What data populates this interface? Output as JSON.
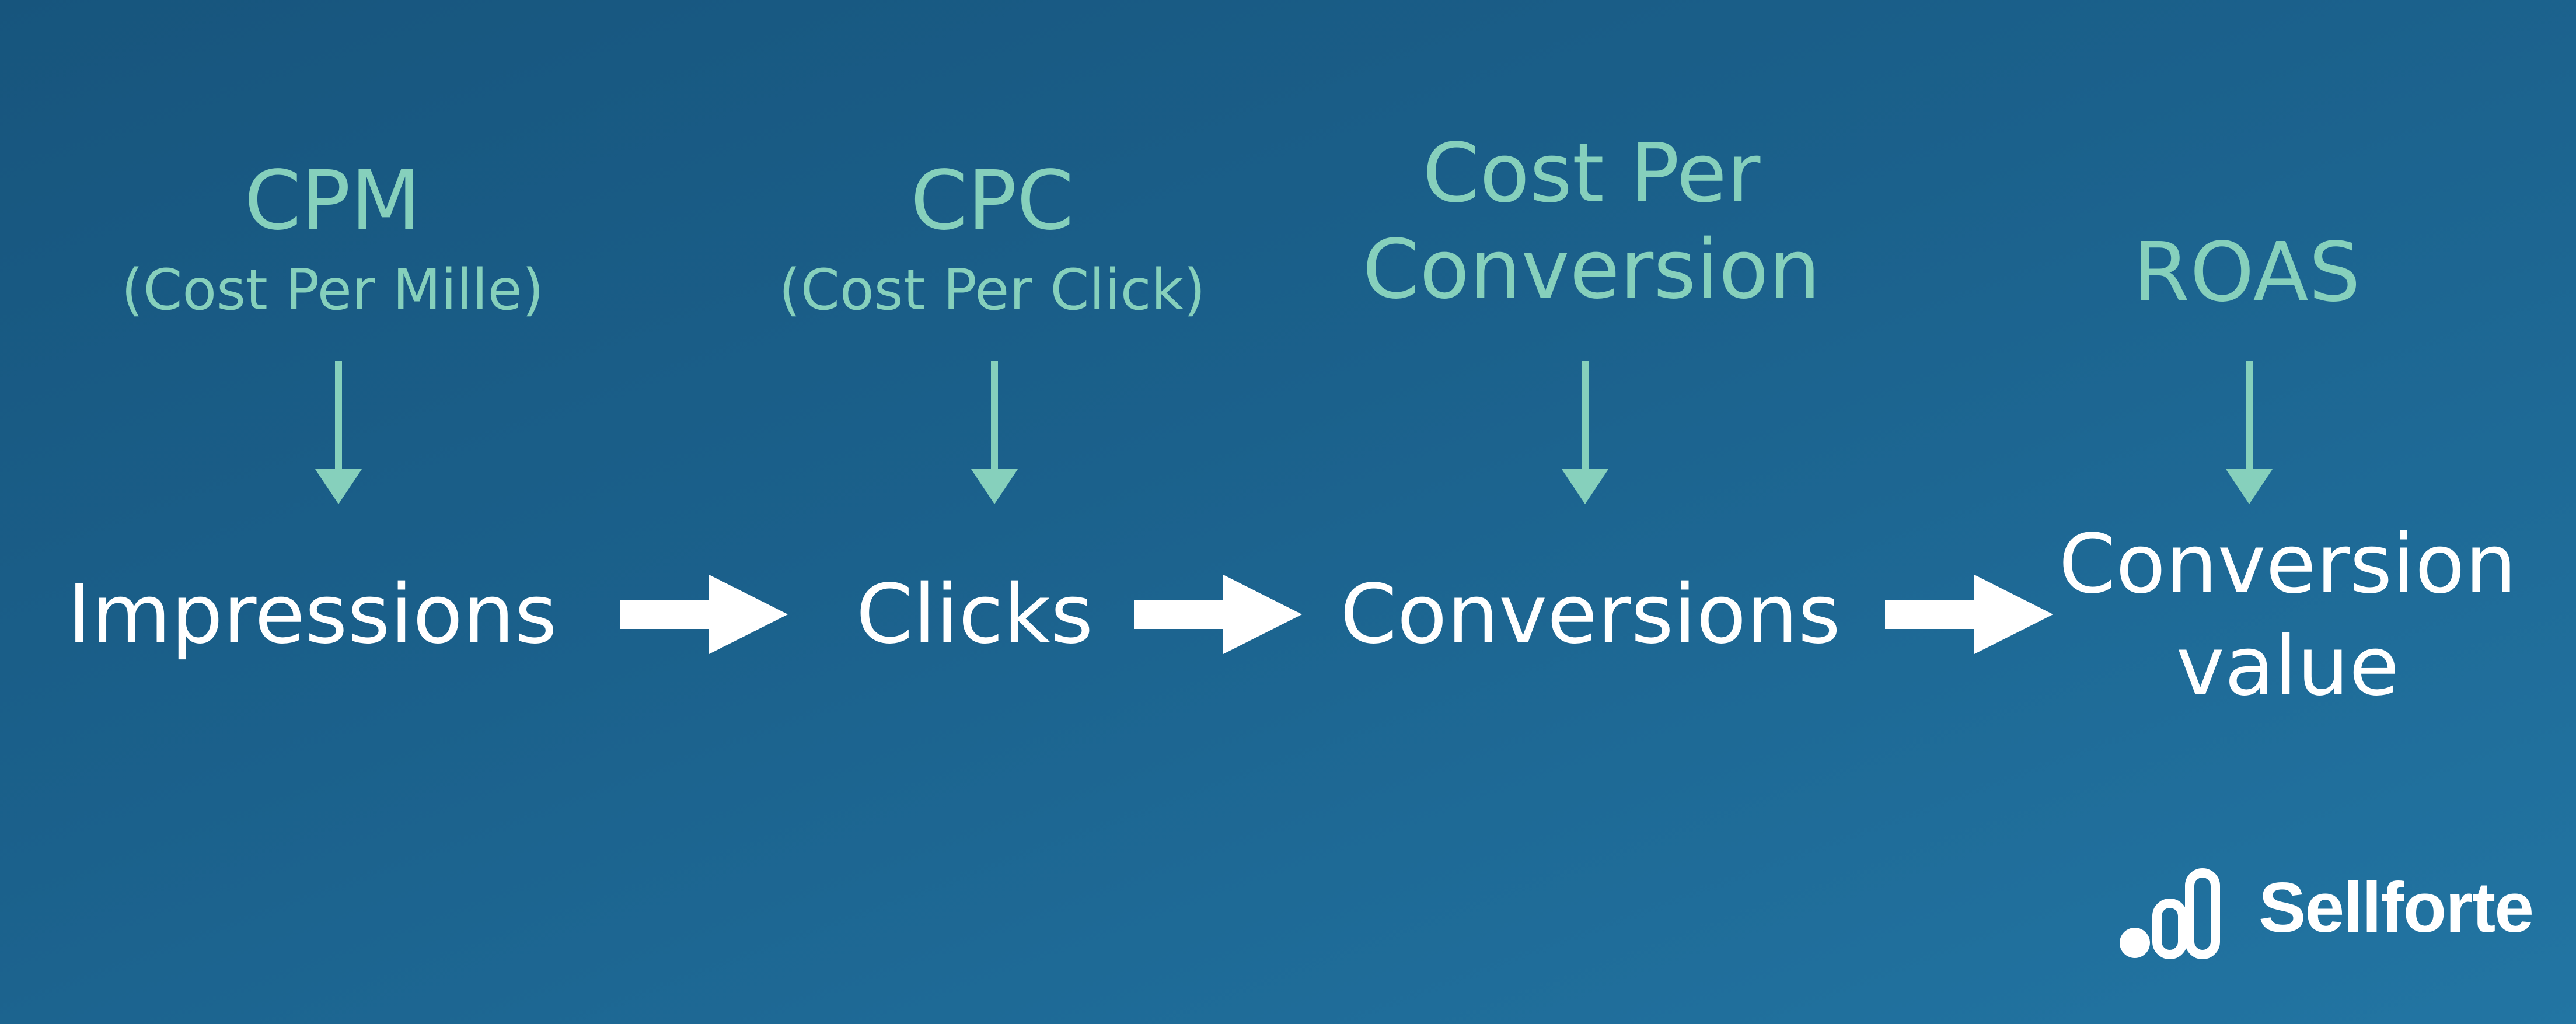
{
  "metrics": [
    {
      "title": "CPM",
      "subtitle": "(Cost Per Mille)"
    },
    {
      "title": "CPC",
      "subtitle": "(Cost Per Click)"
    },
    {
      "title_line1": "Cost Per",
      "title_line2": "Conversion"
    },
    {
      "title": "ROAS"
    }
  ],
  "stages": [
    {
      "label": "Impressions"
    },
    {
      "label": "Clicks"
    },
    {
      "label": "Conversions"
    },
    {
      "label_line1": "Conversion",
      "label_line2": "value"
    }
  ],
  "brand": {
    "name": "Sellforte",
    "logo_icon": "sellforte-logo-icon"
  },
  "colors": {
    "background_start": "#17557d",
    "background_end": "#2275a3",
    "metric_text": "#86d0bc",
    "stage_text": "#ffffff",
    "flow_arrow": "#ffffff"
  },
  "icons": {
    "metric_arrow": "arrow-down-icon",
    "flow_arrow": "arrow-right-icon"
  }
}
